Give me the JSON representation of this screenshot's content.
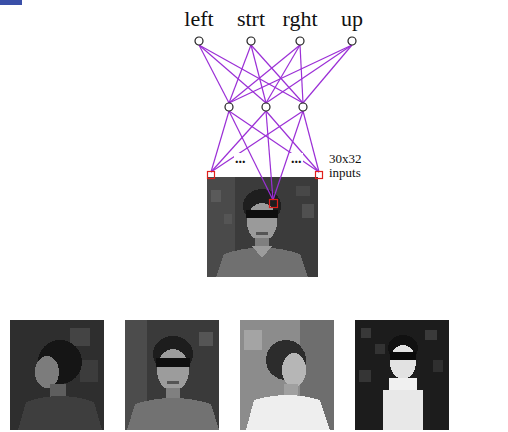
{
  "diagram": {
    "nodes": [
      {
        "text": [
          "left"
        ]
      },
      {
        "text": [
          "strt"
        ]
      },
      {
        "text": [
          "rght"
        ]
      },
      {
        "text": [
          "up"
        ]
      }
    ],
    "labels": [
      "...",
      "...",
      "30x32 inputs"
    ]
  }
}
